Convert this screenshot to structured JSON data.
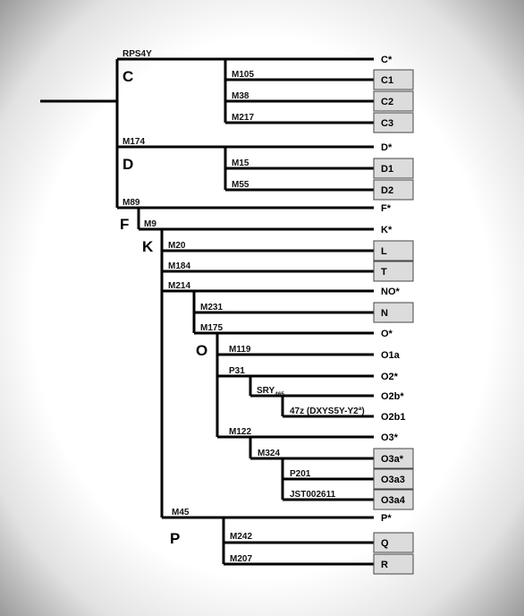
{
  "tree": {
    "clades": [
      {
        "id": "C",
        "label": "C"
      },
      {
        "id": "D",
        "label": "D"
      },
      {
        "id": "F",
        "label": "F"
      },
      {
        "id": "K",
        "label": "K"
      },
      {
        "id": "O",
        "label": "O"
      },
      {
        "id": "P",
        "label": "P"
      }
    ],
    "markers": [
      {
        "id": "rps4y",
        "label": "RPS4Y"
      },
      {
        "id": "m105",
        "label": "M105"
      },
      {
        "id": "m38",
        "label": "M38"
      },
      {
        "id": "m217",
        "label": "M217"
      },
      {
        "id": "m174",
        "label": "M174"
      },
      {
        "id": "m15",
        "label": "M15"
      },
      {
        "id": "m55",
        "label": "M55"
      },
      {
        "id": "m89",
        "label": "M89"
      },
      {
        "id": "m9",
        "label": "M9"
      },
      {
        "id": "m20",
        "label": "M20"
      },
      {
        "id": "m184",
        "label": "M184"
      },
      {
        "id": "m214",
        "label": "M214"
      },
      {
        "id": "m231",
        "label": "M231"
      },
      {
        "id": "m175",
        "label": "M175"
      },
      {
        "id": "m119",
        "label": "M119"
      },
      {
        "id": "p31",
        "label": "P31"
      },
      {
        "id": "sry",
        "label": "SRY",
        "sub": "465"
      },
      {
        "id": "z47",
        "label": "47z (DXYS5Y-Y2",
        "sup": "a",
        "tail": ")"
      },
      {
        "id": "m122",
        "label": "M122"
      },
      {
        "id": "m324",
        "label": "M324"
      },
      {
        "id": "p201",
        "label": "P201"
      },
      {
        "id": "jst",
        "label": "JST002611"
      },
      {
        "id": "m45",
        "label": "M45"
      },
      {
        "id": "m242",
        "label": "M242"
      },
      {
        "id": "m207",
        "label": "M207"
      }
    ],
    "leaves": [
      {
        "id": "c",
        "label": "C*",
        "boxed": false
      },
      {
        "id": "c1",
        "label": "C1",
        "boxed": true
      },
      {
        "id": "c2",
        "label": "C2",
        "boxed": true
      },
      {
        "id": "c3",
        "label": "C3",
        "boxed": true
      },
      {
        "id": "d",
        "label": "D*",
        "boxed": false
      },
      {
        "id": "d1",
        "label": "D1",
        "boxed": true
      },
      {
        "id": "d2",
        "label": "D2",
        "boxed": true
      },
      {
        "id": "f",
        "label": "F*",
        "boxed": false
      },
      {
        "id": "k",
        "label": "K*",
        "boxed": false
      },
      {
        "id": "l",
        "label": "L",
        "boxed": true
      },
      {
        "id": "t",
        "label": "T",
        "boxed": true
      },
      {
        "id": "no",
        "label": "NO*",
        "boxed": false
      },
      {
        "id": "n",
        "label": "N",
        "boxed": true
      },
      {
        "id": "o",
        "label": "O*",
        "boxed": false
      },
      {
        "id": "o1a",
        "label": "O1a",
        "boxed": false
      },
      {
        "id": "o2",
        "label": "O2*",
        "boxed": false
      },
      {
        "id": "o2b",
        "label": "O2b*",
        "boxed": false
      },
      {
        "id": "o2b1",
        "label": "O2b1",
        "boxed": false
      },
      {
        "id": "o3",
        "label": "O3*",
        "boxed": false
      },
      {
        "id": "o3a",
        "label": "O3a*",
        "boxed": true
      },
      {
        "id": "o3a3",
        "label": "O3a3",
        "boxed": true
      },
      {
        "id": "o3a4",
        "label": "O3a4",
        "boxed": true
      },
      {
        "id": "p",
        "label": "P*",
        "boxed": false
      },
      {
        "id": "q",
        "label": "Q",
        "boxed": true
      },
      {
        "id": "r",
        "label": "R",
        "boxed": true
      }
    ]
  }
}
